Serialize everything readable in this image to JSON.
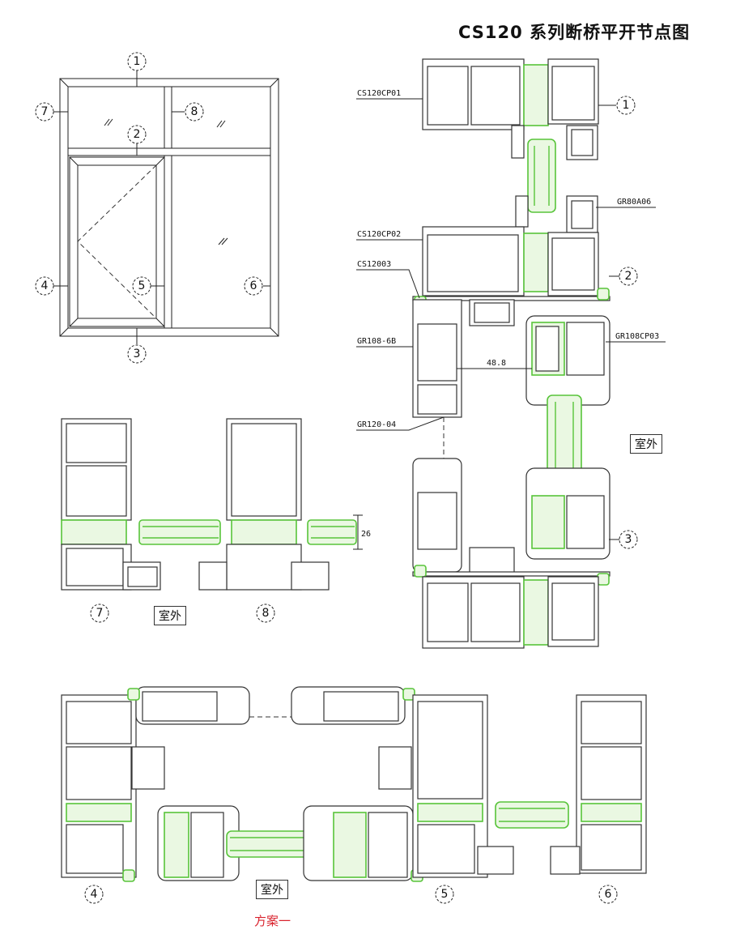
{
  "title": "CS120 系列断桥平开节点图",
  "elevation_markers": [
    "1",
    "2",
    "3",
    "4",
    "5",
    "6",
    "7",
    "8"
  ],
  "section_markers": {
    "s1": "1",
    "s2": "2",
    "s3": "3",
    "s4": "4",
    "s5": "5",
    "s6": "6",
    "s7": "7",
    "s8": "8"
  },
  "part_labels": {
    "cp01": "CS120CP01",
    "a06": "GR80A06",
    "cp02": "CS120CP02",
    "c003": "CS12003",
    "b6": "GR108-6B",
    "cp03": "GR108CP03",
    "g04": "GR120-04"
  },
  "dimensions": {
    "d1": "48.8",
    "d2": "26"
  },
  "outside_labels": [
    "室外",
    "室外",
    "室外"
  ],
  "scheme_label": "方案一",
  "accent_color": "#58c43a",
  "caption_color": "#d9232e"
}
